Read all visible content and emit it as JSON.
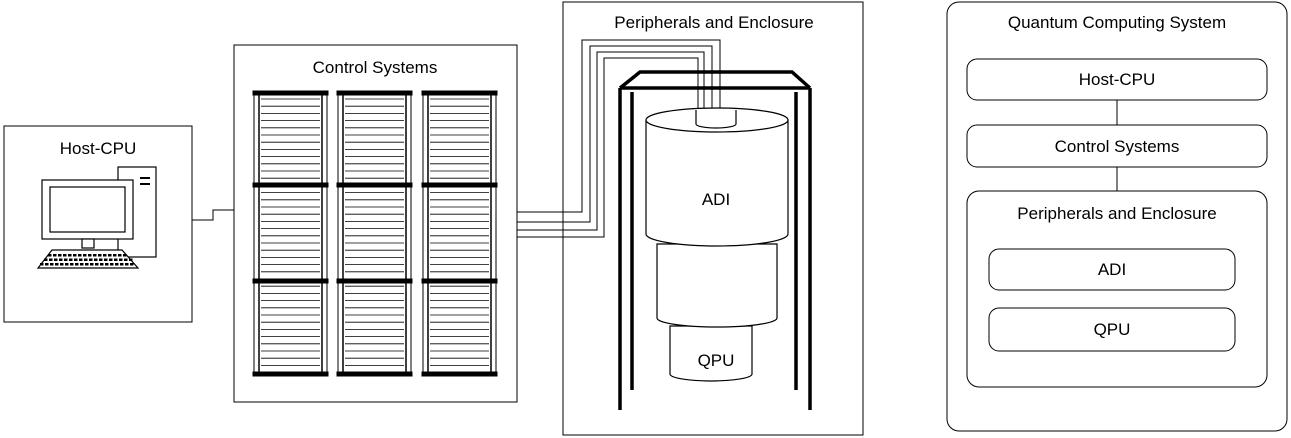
{
  "host_panel": {
    "title": "Host-CPU"
  },
  "control_panel": {
    "title": "Control Systems"
  },
  "peripherals_panel": {
    "title": "Peripherals and Enclosure",
    "upper_stage_label": "ADI",
    "lower_stage_label": "QPU"
  },
  "hierarchy": {
    "title": "Quantum Computing System",
    "host": "Host-CPU",
    "control": "Control Systems",
    "peripherals_title": "Peripherals and Enclosure",
    "adi": "ADI",
    "qpu": "QPU"
  }
}
